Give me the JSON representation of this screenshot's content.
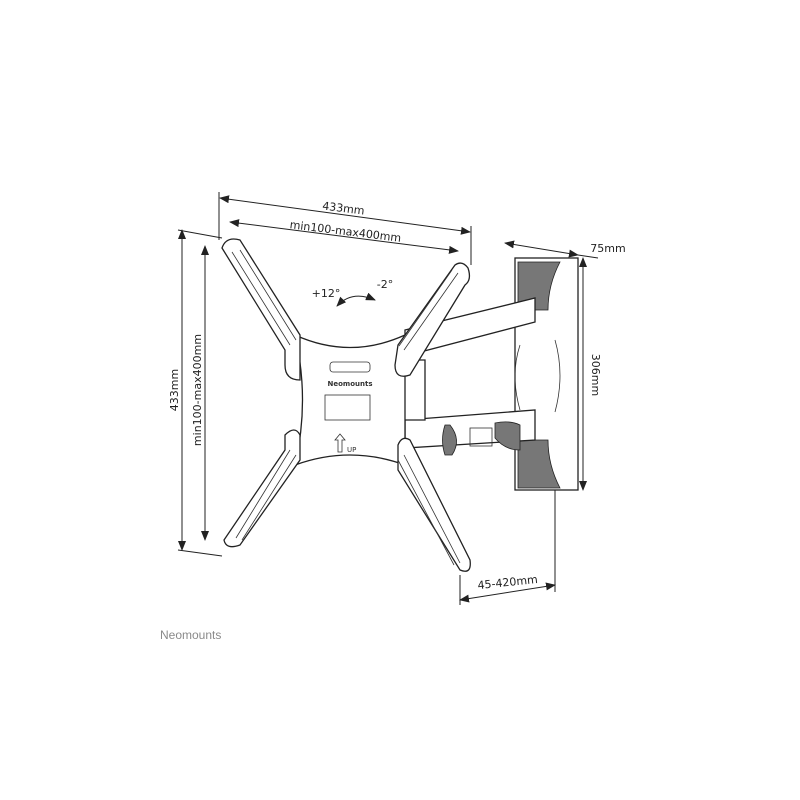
{
  "dimensions": {
    "overall_width": "433mm",
    "vesa_width": "min100-max400mm",
    "overall_height": "433mm",
    "vesa_height": "min100-max400mm",
    "tilt_up": "+12°",
    "tilt_down": "-2°",
    "wall_plate_depth": "75mm",
    "wall_plate_height": "306mm",
    "wall_distance": "45-420mm"
  },
  "plate": {
    "logo": "Neomounts",
    "up_label": "UP"
  },
  "caption": "Neomounts"
}
